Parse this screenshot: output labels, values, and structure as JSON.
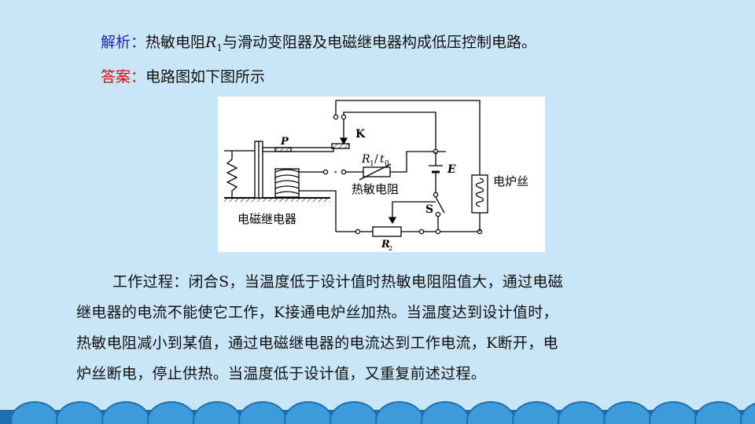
{
  "analysis": {
    "label": "解析：",
    "pre": "热敏电阻",
    "r_symbol": "R",
    "r_sub": "1",
    "post": "与滑动变阻器及电磁继电器构成低压控制电路。"
  },
  "answer": {
    "label": "答案：",
    "text": "电路图如下图所示"
  },
  "diagram": {
    "P": "P",
    "K": "K",
    "R1": "R",
    "R1_sub": "1",
    "t0": "t",
    "t0_sub": "0",
    "E": "E",
    "thermistor": "热敏电阻",
    "heater": "电炉丝",
    "S": "S",
    "relay": "电磁继电器",
    "R2": "R",
    "R2_sub": "2"
  },
  "process": {
    "lines": [
      "工作过程：闭合S，当温度低于设计值时热敏电阻阻值大，通过电磁",
      "继电器的电流不能使它工作，K接通电炉丝加热。当温度达到设计值时，",
      "热敏电阻减小到某值，通过电磁继电器的电流达到工作电流，K断开，电",
      "炉丝断电，停止供热。当温度低于设计值，又重复前述过程。"
    ]
  },
  "colors": {
    "background": "#c9e6f6",
    "label_blue": "#2323c8",
    "label_red": "#d80f0f",
    "wave_dark": "#1e6fb0",
    "wave_light": "#3d9adb"
  }
}
